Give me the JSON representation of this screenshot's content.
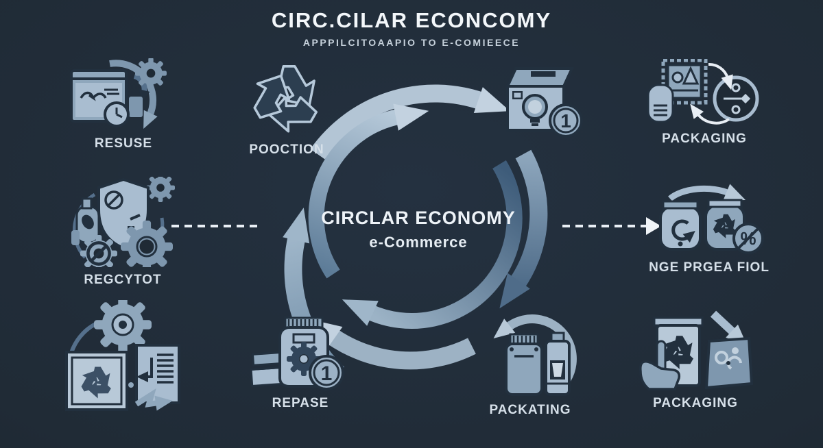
{
  "header": {
    "title": "CIRC.CILAR ECONCOMY",
    "subtitle": "APPPILCITOAAPIO TO E-COMIEECE"
  },
  "center": {
    "heading": "CIRCLAR ECONOMY",
    "subheading": "e-Commerce"
  },
  "nodes": [
    {
      "id": "reuse",
      "label": "RESUSE",
      "icon": "browser-refresh-gear-clock-icon"
    },
    {
      "id": "production",
      "label": "POOCTION",
      "icon": "recycle-arrows-icon"
    },
    {
      "id": "product-box",
      "label": "",
      "icon": "package-lightbulb-coin-icon"
    },
    {
      "id": "packaging-top",
      "label": "PACKAGING",
      "icon": "chip-hand-routing-icon"
    },
    {
      "id": "regcytot",
      "label": "REGCYTOT",
      "icon": "shield-gears-bottle-icon"
    },
    {
      "id": "nge",
      "label": "NGE PRGEA FIOL",
      "icon": "bins-recycle-percent-icon"
    },
    {
      "id": "sorting",
      "label": "",
      "icon": "gear-recycle-box-document-icon"
    },
    {
      "id": "repase",
      "label": "REPASE",
      "icon": "canister-gear-coin-icon"
    },
    {
      "id": "packating",
      "label": "PACKATING",
      "icon": "bottles-loop-arrow-icon"
    },
    {
      "id": "packaging-bottom",
      "label": "PACKAGING",
      "icon": "hand-jar-waste-bag-icon"
    }
  ],
  "glyphs": {
    "coin_one": "1",
    "percent": "%"
  },
  "colors": {
    "background": "#202b36",
    "icon_light": "#a9bdd0",
    "icon_mid": "#8fa7bc",
    "icon_dark": "#55708c",
    "outline": "#22303e",
    "cycle_arrow_light": "#b3c5d5",
    "cycle_arrow_dark": "#4f6c89",
    "dashed_connector": "#e9eff5",
    "title_text": "#f3f7fa",
    "label_text": "#d6e0e9"
  }
}
